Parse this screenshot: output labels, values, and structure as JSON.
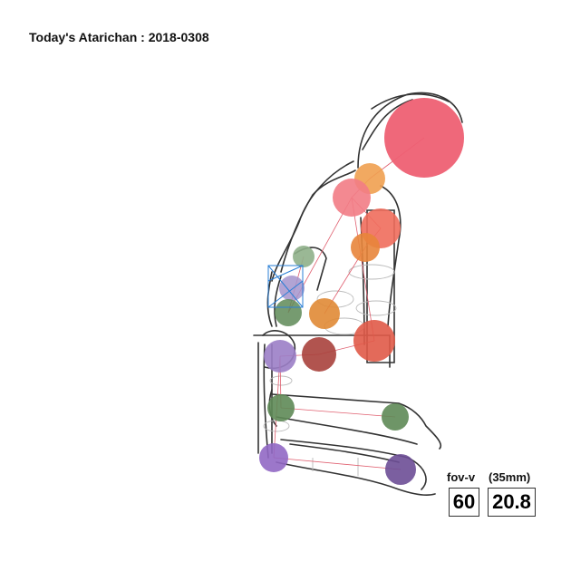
{
  "title": "Today's Atarichan : 2018-0308",
  "fov": {
    "label": "fov-v",
    "value": "60"
  },
  "lens": {
    "label": "(35mm)",
    "value": "20.8"
  },
  "colors": {
    "head": "#ee6073",
    "neck": "#f0a050",
    "chest": "#f27c85",
    "shoulder_r": "#f06d5c",
    "elbow_r": "#e8853b",
    "hand": "#8fb08a",
    "hand_inner": "#a594cc",
    "hip_r": "#e05a48",
    "hip_l": "#a8413c",
    "knee_l": "#9b7ec7",
    "knee_r": "#5e8a57",
    "ankle": "#9168c4",
    "foot": "#6d4e96",
    "outline": "#333333",
    "link": "#e06070",
    "gizmo": "#2a7fd6"
  }
}
